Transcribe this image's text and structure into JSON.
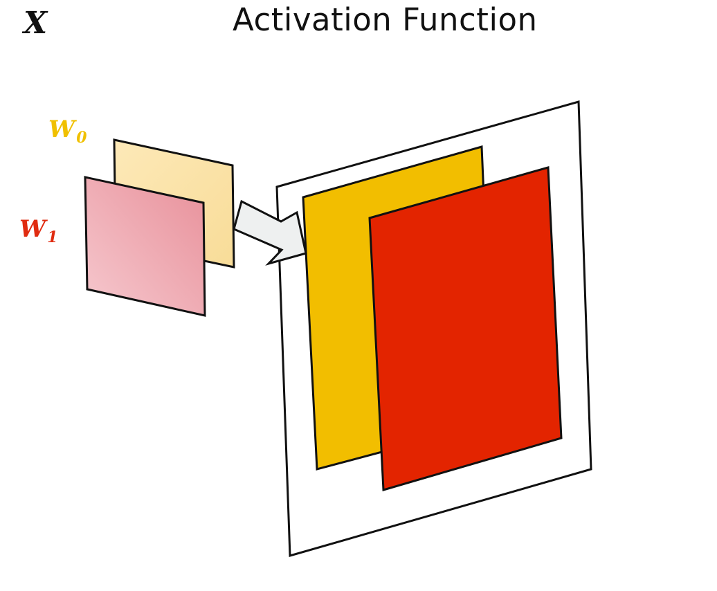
{
  "title": "Activation Function",
  "corner_symbol": "X",
  "weights": [
    {
      "symbol": "W",
      "subscript": "0",
      "color": "#f0c000"
    },
    {
      "symbol": "W",
      "subscript": "1",
      "color": "#e02b10"
    }
  ],
  "colors": {
    "w0_plane": "#fbe3a8",
    "w1_plane": "#eda0a8",
    "yellow_map": "#f2be00",
    "red_map": "#e32400",
    "frame": "#ffffff",
    "arrow": "#eef0f0",
    "outline": "#111111"
  }
}
